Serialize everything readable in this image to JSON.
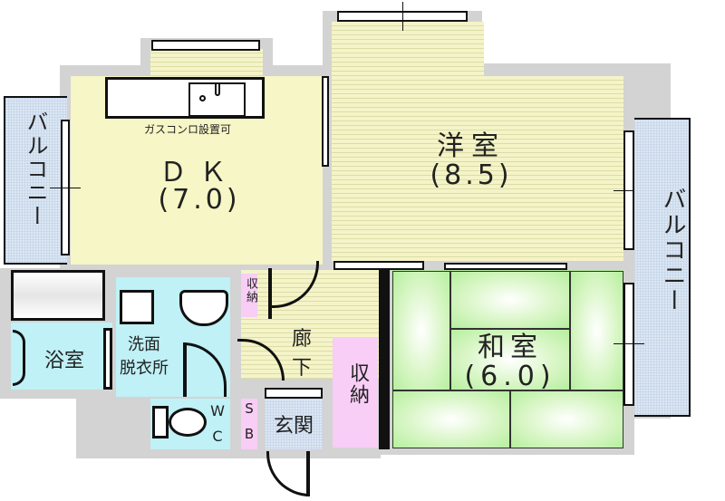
{
  "floorplan": {
    "rooms": {
      "dk": {
        "name": "ＤＫ",
        "size": "(7.0)",
        "note": "ガスコンロ設置可"
      },
      "western_room": {
        "name": "洋室",
        "size": "(8.5)"
      },
      "japanese_room": {
        "name": "和室",
        "size": "(6.0)"
      },
      "bath": {
        "name": "浴室"
      },
      "washroom": {
        "name_line1": "洗面",
        "name_line2": "脱衣所"
      },
      "toilet": {
        "name_line1": "W",
        "name_line2": "C"
      },
      "hallway": {
        "name_line1": "廊",
        "name_line2": "下"
      },
      "entrance": {
        "name": "玄関"
      },
      "shoebox": {
        "name_line1": "S",
        "name_line2": "B"
      },
      "storage_small": {
        "name": "収納"
      },
      "storage_large": {
        "name": "収納"
      }
    },
    "balconies": {
      "left": {
        "name": "バルコニー"
      },
      "right": {
        "name": "バルコニー"
      }
    },
    "colors": {
      "wall": "#d3d3d3",
      "flooring": "#f4f4c8",
      "tatami": "#c8f2b4",
      "wet_area": "#bff1f6",
      "storage": "#f8cdf6",
      "balcony": "#dde8f4"
    }
  }
}
